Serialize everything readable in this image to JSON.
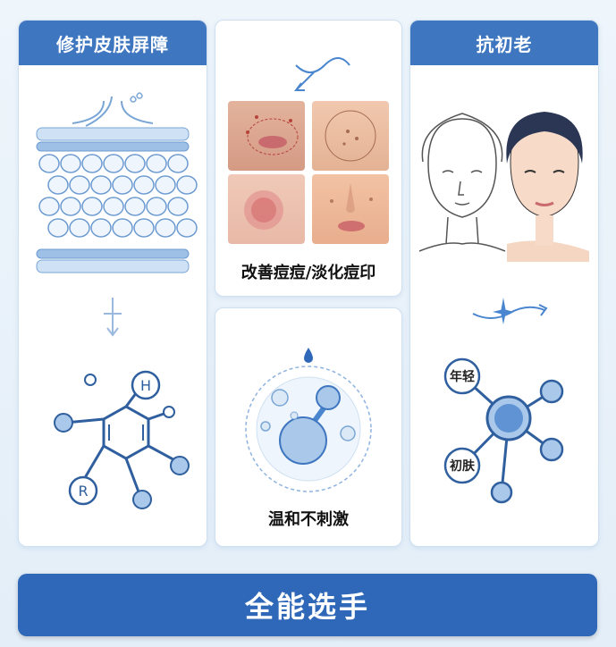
{
  "cards": {
    "barrier": {
      "title": "修护皮肤屏障"
    },
    "acne": {
      "caption": "改善痘痘/淡化痘印"
    },
    "gentle": {
      "caption": "温和不刺激"
    },
    "antiaging": {
      "title": "抗初老",
      "node_labels": [
        "年轻",
        "初肤"
      ]
    }
  },
  "molecule": {
    "atom_labels": [
      "H",
      "R"
    ]
  },
  "bottom_banner": {
    "label": "全能选手"
  },
  "colors": {
    "brand_blue": "#3f76c0",
    "banner_blue": "#2f68b8",
    "light_blue": "#a9c8ea",
    "accent_blue": "#4a86cf"
  }
}
